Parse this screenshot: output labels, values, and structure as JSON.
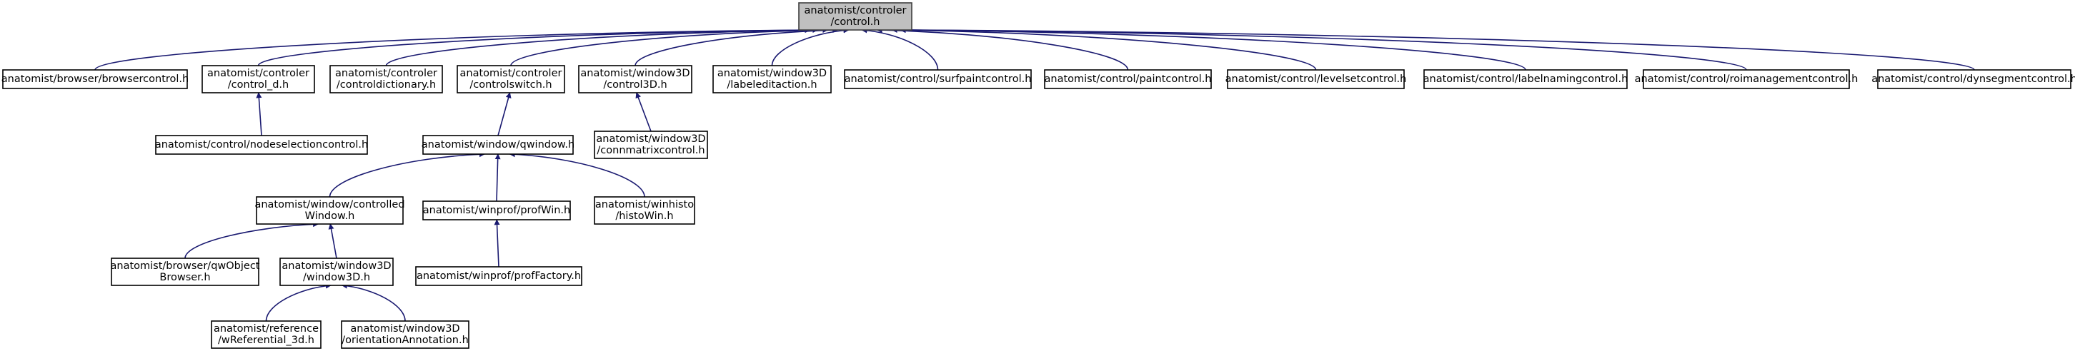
{
  "diagram": {
    "type": "include-dependency-graph",
    "colors": {
      "edge": "#191970",
      "root_fill": "#bfbfbf",
      "node_fill": "#ffffff",
      "border": "#000000"
    },
    "nodes": [
      {
        "id": "root",
        "lines": [
          "anatomist/controler",
          "/control.h"
        ],
        "root": true
      },
      {
        "id": "browserctl",
        "lines": [
          "anatomist/browser/browsercontrol.h"
        ]
      },
      {
        "id": "control_d",
        "lines": [
          "anatomist/controler",
          "/control_d.h"
        ]
      },
      {
        "id": "ctldict",
        "lines": [
          "anatomist/controler",
          "/controldictionary.h"
        ]
      },
      {
        "id": "ctlswitch",
        "lines": [
          "anatomist/controler",
          "/controlswitch.h"
        ]
      },
      {
        "id": "control3d",
        "lines": [
          "anatomist/window3D",
          "/control3D.h"
        ]
      },
      {
        "id": "labeledit",
        "lines": [
          "anatomist/window3D",
          "/labeleditaction.h"
        ]
      },
      {
        "id": "surfpaint",
        "lines": [
          "anatomist/control/surfpaintcontrol.h"
        ]
      },
      {
        "id": "paintctl",
        "lines": [
          "anatomist/control/paintcontrol.h"
        ]
      },
      {
        "id": "levelset",
        "lines": [
          "anatomist/control/levelsetcontrol.h"
        ]
      },
      {
        "id": "labelnaming",
        "lines": [
          "anatomist/control/labelnamingcontrol.h"
        ]
      },
      {
        "id": "roimgmt",
        "lines": [
          "anatomist/control/roimanagementcontrol.h"
        ]
      },
      {
        "id": "dynseg",
        "lines": [
          "anatomist/control/dynsegmentcontrol.h"
        ]
      },
      {
        "id": "nodesel",
        "lines": [
          "anatomist/control/nodeselectioncontrol.h"
        ]
      },
      {
        "id": "qwindow",
        "lines": [
          "anatomist/window/qwindow.h"
        ]
      },
      {
        "id": "connmatrix",
        "lines": [
          "anatomist/window3D",
          "/connmatrixcontrol.h"
        ]
      },
      {
        "id": "ctlwindow",
        "lines": [
          "anatomist/window/controlled",
          "Window.h"
        ]
      },
      {
        "id": "profwin",
        "lines": [
          "anatomist/winprof/profWin.h"
        ]
      },
      {
        "id": "histowin",
        "lines": [
          "anatomist/winhisto",
          "/histoWin.h"
        ]
      },
      {
        "id": "proffactory",
        "lines": [
          "anatomist/winprof/profFactory.h"
        ]
      },
      {
        "id": "qwobject",
        "lines": [
          "anatomist/browser/qwObject",
          "Browser.h"
        ]
      },
      {
        "id": "window3d",
        "lines": [
          "anatomist/window3D",
          "/window3D.h"
        ]
      },
      {
        "id": "wref",
        "lines": [
          "anatomist/reference",
          "/wReferential_3d.h"
        ]
      },
      {
        "id": "orient",
        "lines": [
          "anatomist/window3D",
          "/orientationAnnotation.h"
        ]
      }
    ],
    "edges": [
      {
        "from": "browserctl",
        "to": "root"
      },
      {
        "from": "control_d",
        "to": "root"
      },
      {
        "from": "ctldict",
        "to": "root"
      },
      {
        "from": "ctlswitch",
        "to": "root"
      },
      {
        "from": "control3d",
        "to": "root"
      },
      {
        "from": "labeledit",
        "to": "root"
      },
      {
        "from": "surfpaint",
        "to": "root"
      },
      {
        "from": "paintctl",
        "to": "root"
      },
      {
        "from": "levelset",
        "to": "root"
      },
      {
        "from": "labelnaming",
        "to": "root"
      },
      {
        "from": "roimgmt",
        "to": "root"
      },
      {
        "from": "dynseg",
        "to": "root"
      },
      {
        "from": "nodesel",
        "to": "control_d"
      },
      {
        "from": "qwindow",
        "to": "ctlswitch"
      },
      {
        "from": "connmatrix",
        "to": "control3d"
      },
      {
        "from": "ctlwindow",
        "to": "qwindow"
      },
      {
        "from": "profwin",
        "to": "qwindow"
      },
      {
        "from": "histowin",
        "to": "qwindow"
      },
      {
        "from": "proffactory",
        "to": "profwin"
      },
      {
        "from": "qwobject",
        "to": "ctlwindow"
      },
      {
        "from": "window3d",
        "to": "ctlwindow"
      },
      {
        "from": "wref",
        "to": "window3d"
      },
      {
        "from": "orient",
        "to": "window3d"
      }
    ]
  }
}
